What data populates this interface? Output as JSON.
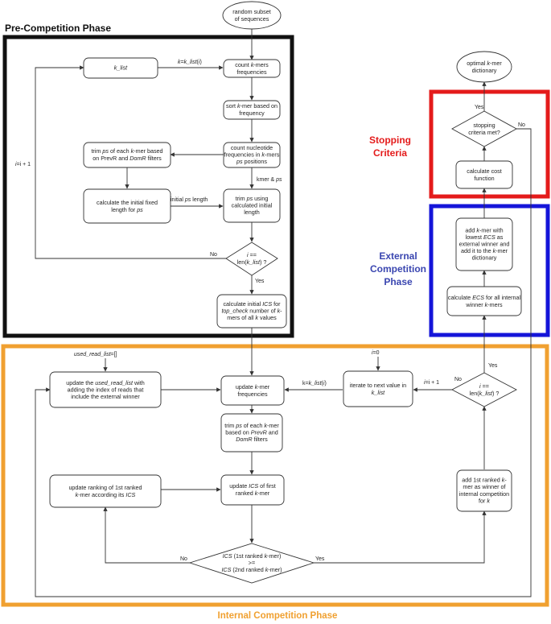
{
  "phases": {
    "pre": "Pre-Competition Phase",
    "stopping": [
      "Stopping",
      "Criteria"
    ],
    "external": [
      "External",
      "Competition",
      "Phase"
    ],
    "internal": "Internal Competition Phase"
  },
  "colors": {
    "pre": "#111111",
    "stopping": "#e41b1b",
    "external": "#1515d9",
    "internal": "#f0a030",
    "stopping_text": "#e41b1b",
    "external_text": "#3a46b0",
    "internal_text": "#f0a030"
  },
  "nodes": {
    "start": [
      [
        {
          "t": "random subset"
        }
      ],
      [
        {
          "t": "of sequences"
        }
      ]
    ],
    "k_list": [
      [
        {
          "t": "k_list",
          "i": true
        }
      ]
    ],
    "count_kmers": [
      [
        {
          "t": "count "
        },
        {
          "t": "k",
          "i": true
        },
        {
          "t": "-mers"
        }
      ],
      [
        {
          "t": "frequencies"
        }
      ]
    ],
    "sort_kmer": [
      [
        {
          "t": "sort "
        },
        {
          "t": "k",
          "i": true
        },
        {
          "t": "-mer based on"
        }
      ],
      [
        {
          "t": "frequency"
        }
      ]
    ],
    "count_nuc": [
      [
        {
          "t": "count nucleotide"
        }
      ],
      [
        {
          "t": "frequencies in "
        },
        {
          "t": "k",
          "i": true
        },
        {
          "t": "-mers"
        }
      ],
      [
        {
          "t": "ps",
          "i": true
        },
        {
          "t": " positions"
        }
      ]
    ],
    "trim_prev": [
      [
        {
          "t": "trim "
        },
        {
          "t": "ps",
          "i": true
        },
        {
          "t": " of each "
        },
        {
          "t": "k",
          "i": true
        },
        {
          "t": "-mer based"
        }
      ],
      [
        {
          "t": "on PrevR and "
        },
        {
          "t": "DomR",
          "i": true
        },
        {
          "t": " filters"
        }
      ]
    ],
    "calc_init": [
      [
        {
          "t": "calculate the initial fixed"
        }
      ],
      [
        {
          "t": "length for "
        },
        {
          "t": "ps",
          "i": true
        }
      ]
    ],
    "trim_calc": [
      [
        {
          "t": "trim "
        },
        {
          "t": "ps",
          "i": true
        },
        {
          "t": " using"
        }
      ],
      [
        {
          "t": "calculated initial"
        }
      ],
      [
        {
          "t": "length"
        }
      ]
    ],
    "dec_pre": [
      [
        {
          "t": "i",
          "i": true
        },
        {
          "t": " =="
        }
      ],
      [
        {
          "t": "len("
        },
        {
          "t": "k_list",
          "i": true
        },
        {
          "t": ") ?"
        }
      ]
    ],
    "calc_ics": [
      [
        {
          "t": "calculate initial "
        },
        {
          "t": "ICS",
          "i": true
        },
        {
          "t": " for"
        }
      ],
      [
        {
          "t": "top_check",
          "i": true
        },
        {
          "t": " number of "
        },
        {
          "t": "k",
          "i": true
        },
        {
          "t": "-"
        }
      ],
      [
        {
          "t": "mers of all "
        },
        {
          "t": "k",
          "i": true
        },
        {
          "t": " values"
        }
      ]
    ],
    "optimal": [
      [
        {
          "t": "optimal "
        },
        {
          "t": "k",
          "i": true
        },
        {
          "t": "-mer"
        }
      ],
      [
        {
          "t": "dictionary"
        }
      ]
    ],
    "dec_stop": [
      [
        {
          "t": "stopping"
        }
      ],
      [
        {
          "t": "criteria met?"
        }
      ]
    ],
    "calc_cost": [
      [
        {
          "t": "calculate cost"
        }
      ],
      [
        {
          "t": "function"
        }
      ]
    ],
    "add_lowest": [
      [
        {
          "t": "add "
        },
        {
          "t": "k",
          "i": true
        },
        {
          "t": "-mer with"
        }
      ],
      [
        {
          "t": "lowest "
        },
        {
          "t": "ECS",
          "i": true
        },
        {
          "t": " as"
        }
      ],
      [
        {
          "t": "external winner and"
        }
      ],
      [
        {
          "t": "add it to the "
        },
        {
          "t": "k",
          "i": true
        },
        {
          "t": "-mer"
        }
      ],
      [
        {
          "t": "dictionary"
        }
      ]
    ],
    "calc_ecs": [
      [
        {
          "t": "calculate "
        },
        {
          "t": "ECS",
          "i": true
        },
        {
          "t": " for all internal"
        }
      ],
      [
        {
          "t": "winner "
        },
        {
          "t": "k",
          "i": true
        },
        {
          "t": "-mers"
        }
      ]
    ],
    "update_used": [
      [
        {
          "t": "update the "
        },
        {
          "t": "used_read_list",
          "i": true
        },
        {
          "t": " with"
        }
      ],
      [
        {
          "t": "adding the index of reads that"
        }
      ],
      [
        {
          "t": "include the external winner"
        }
      ]
    ],
    "update_freq": [
      [
        {
          "t": "update "
        },
        {
          "t": "k",
          "i": true
        },
        {
          "t": "-mer"
        }
      ],
      [
        {
          "t": "frequencies"
        }
      ]
    ],
    "iterate": [
      [
        {
          "t": "iterate to next value in"
        }
      ],
      [
        {
          "t": "k_list",
          "i": true
        }
      ]
    ],
    "dec_int": [
      [
        {
          "t": "i",
          "i": true
        },
        {
          "t": " =="
        }
      ],
      [
        {
          "t": "len("
        },
        {
          "t": "k_list",
          "i": true
        },
        {
          "t": ") ?"
        }
      ]
    ],
    "trim_each": [
      [
        {
          "t": "trim "
        },
        {
          "t": "ps",
          "i": true
        },
        {
          "t": " of each "
        },
        {
          "t": "k",
          "i": true
        },
        {
          "t": "-mer"
        }
      ],
      [
        {
          "t": "based on "
        },
        {
          "t": "PrevR",
          "i": true
        },
        {
          "t": " and"
        }
      ],
      [
        {
          "t": "DomR",
          "i": true
        },
        {
          "t": " filters"
        }
      ]
    ],
    "update_rank": [
      [
        {
          "t": "update ranking of 1st ranked"
        }
      ],
      [
        {
          "t": "k",
          "i": true
        },
        {
          "t": "-mer according its "
        },
        {
          "t": "ICS",
          "i": true
        }
      ]
    ],
    "update_ics": [
      [
        {
          "t": "update "
        },
        {
          "t": "ICS",
          "i": true
        },
        {
          "t": " of first"
        }
      ],
      [
        {
          "t": "ranked "
        },
        {
          "t": "k",
          "i": true
        },
        {
          "t": "-mer"
        }
      ]
    ],
    "add_first": [
      [
        {
          "t": "add 1st ranked "
        },
        {
          "t": "k",
          "i": true
        },
        {
          "t": "-"
        }
      ],
      [
        {
          "t": "mer as winner of"
        }
      ],
      [
        {
          "t": "internal competition"
        }
      ],
      [
        {
          "t": "for "
        },
        {
          "t": "k",
          "i": true
        }
      ]
    ],
    "dec_ics": [
      [
        {
          "t": "ICS",
          "i": true
        },
        {
          "t": " (1st ranked "
        },
        {
          "t": "k",
          "i": true
        },
        {
          "t": "-mer)"
        }
      ],
      [
        {
          "t": ">="
        }
      ],
      [
        {
          "t": "ICS",
          "i": true
        },
        {
          "t": " (2nd ranked "
        },
        {
          "t": "k",
          "i": true
        },
        {
          "t": "-mer)"
        }
      ]
    ]
  },
  "edge_labels": {
    "k_assign": [
      {
        "t": "k=k_list",
        "i": true
      },
      {
        "t": "("
      },
      {
        "t": "i",
        "i": true
      },
      {
        "t": ")"
      }
    ],
    "i_incr_pre": [
      {
        "t": "i",
        "i": true
      },
      {
        "t": "=i + 1"
      }
    ],
    "kmer_ps": [
      {
        "t": "kmer & "
      },
      {
        "t": "ps",
        "i": true
      }
    ],
    "init_ps_len": [
      {
        "t": "initial "
      },
      {
        "t": "ps",
        "i": true
      },
      {
        "t": " length"
      }
    ],
    "no_pre": [
      {
        "t": "No"
      }
    ],
    "yes_pre": [
      {
        "t": "Yes"
      }
    ],
    "used_init": [
      {
        "t": "used_read_list",
        "i": true
      },
      {
        "t": "=[]"
      }
    ],
    "i_zero": [
      {
        "t": "i",
        "i": true
      },
      {
        "t": "=0"
      }
    ],
    "k_assign2": [
      {
        "t": "k="
      },
      {
        "t": "k_list",
        "i": true
      },
      {
        "t": "("
      },
      {
        "t": "i",
        "i": true
      },
      {
        "t": ")"
      }
    ],
    "i_incr_int": [
      {
        "t": "i",
        "i": true
      },
      {
        "t": "=i + 1"
      }
    ],
    "no_int": [
      {
        "t": "No"
      }
    ],
    "yes_int": [
      {
        "t": "Yes"
      }
    ],
    "yes_stop": [
      {
        "t": "Yes"
      }
    ],
    "no_stop": [
      {
        "t": "No"
      }
    ],
    "no_ics": [
      {
        "t": "No"
      }
    ],
    "yes_ics": [
      {
        "t": "Yes"
      }
    ]
  }
}
